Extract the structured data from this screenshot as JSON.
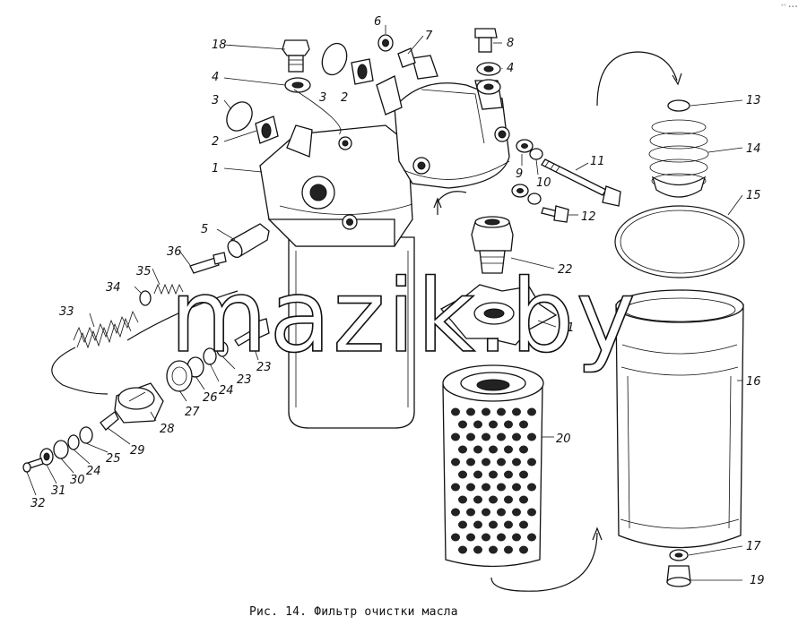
{
  "caption": "Рис. 14. Фильтр очистки масла",
  "watermark": "mazik.by",
  "corner_mark": "°° ∙∙∙",
  "callouts": [
    "1",
    "2",
    "2",
    "3",
    "3",
    "4",
    "4",
    "5",
    "6",
    "7",
    "8",
    "9",
    "10",
    "11",
    "12",
    "13",
    "14",
    "15",
    "16",
    "17",
    "18",
    "19",
    "20",
    "21",
    "22",
    "23",
    "23",
    "24",
    "24",
    "25",
    "26",
    "27",
    "28",
    "29",
    "30",
    "31",
    "32",
    "33",
    "34",
    "35",
    "36"
  ],
  "colors": {
    "line": "#111111",
    "watermark": "#ffffff",
    "background": "#ffffff"
  }
}
